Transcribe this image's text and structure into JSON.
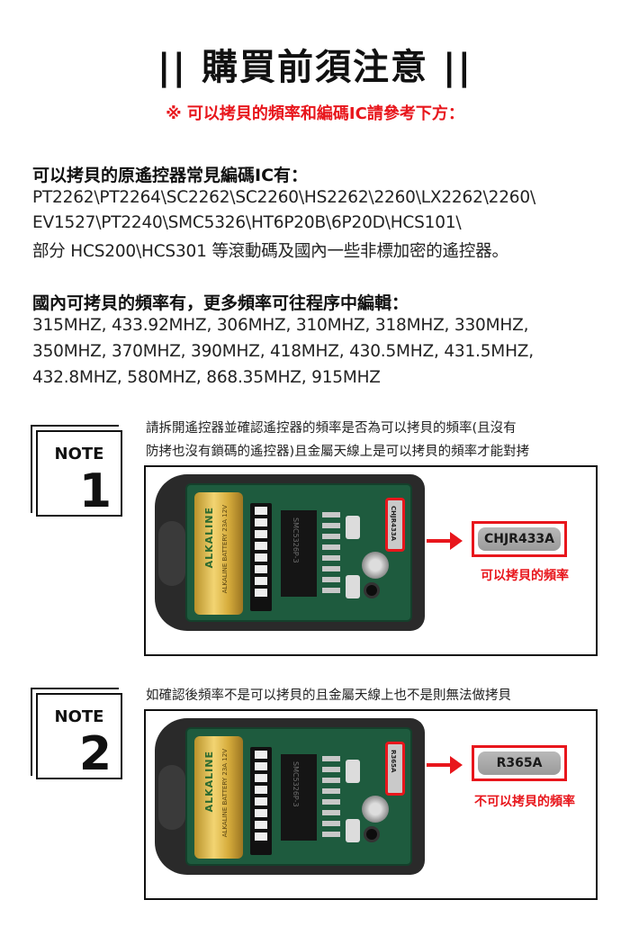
{
  "header": {
    "title": "|| 購買前須注意 ||",
    "subtitle": "※ 可以拷貝的頻率和編碼IC請參考下方："
  },
  "codes": {
    "heading": "可以拷貝的原遙控器常見編碼IC有：",
    "lines": [
      "PT2262\\PT2264\\SC2262\\SC2260\\HS2262\\2260\\LX2262\\2260\\",
      "EV1527\\PT2240\\SMC5326\\HT6P20B\\6P20D\\HCS101\\",
      "部分 HCS200\\HCS301 等滾動碼及國內一些非標加密的遙控器。"
    ]
  },
  "frequencies": {
    "heading": "國內可拷貝的頻率有，更多頻率可往程序中編輯：",
    "lines": [
      "315MHZ, 433.92MHZ, 306MHZ, 310MHZ, 318MHZ, 330MHZ,",
      "350MHZ, 370MHZ, 390MHZ, 418MHZ, 430.5MHZ, 431.5MHZ,",
      "432.8MHZ, 580MHZ, 868.35MHZ, 915MHZ"
    ]
  },
  "notes": [
    {
      "label": "NOTE",
      "number": "1",
      "text_lines": [
        "請拆開遙控器並確認遙控器的頻率是否為可以拷貝的頻率(且沒有",
        "防拷也沒有鎖碼的遙控器)且金屬天線上是可以拷貝的頻率才能對拷"
      ],
      "crystal_marking": "CHJR433A",
      "chip_label": "CHJR433A",
      "caption": "可以拷貝的頻率"
    },
    {
      "label": "NOTE",
      "number": "2",
      "text_lines": [
        "如確認後頻率不是可以拷貝的且金屬天線上也不是則無法做拷貝"
      ],
      "crystal_marking": "R365A",
      "chip_label": "R365A",
      "caption": "不可以拷貝的頻率"
    }
  ],
  "photo": {
    "battery_brand": "ALKALINE",
    "battery_subtext": "ALKALINE BATTERY 23A 12V",
    "ic_marking": "SMC5326P-3"
  },
  "colors": {
    "accent_red": "#e8161c",
    "pcb_green": "#1e5b3e",
    "text_dark": "#111111"
  }
}
